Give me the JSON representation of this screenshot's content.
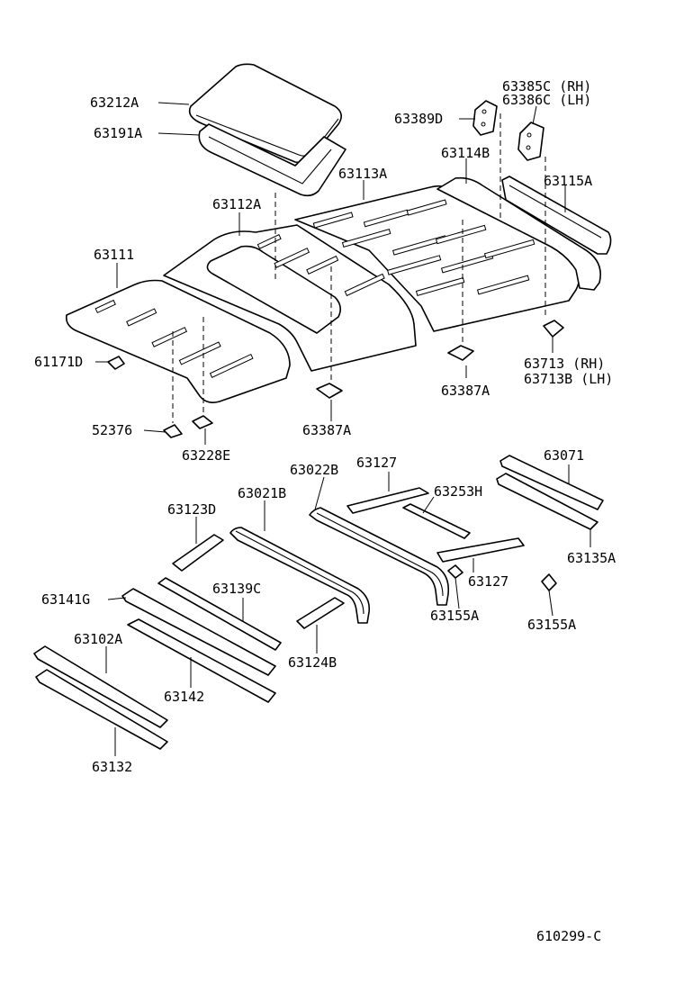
{
  "labels": {
    "p63212A": "63212A",
    "p63191A": "63191A",
    "p63385C": "63385C (RH)",
    "p63386C": "63386C (LH)",
    "p63389D": "63389D",
    "p63114B": "63114B",
    "p63113A": "63113A",
    "p63115A": "63115A",
    "p63112A": "63112A",
    "p63111": "63111",
    "p61171D": "61171D",
    "p63387A_r": "63387A",
    "p63713": "63713  (RH)",
    "p63713B": "63713B (LH)",
    "p52376": "52376",
    "p63228E": "63228E",
    "p63387A_l": "63387A",
    "p63022B": "63022B",
    "p63127_t": "63127",
    "p63071": "63071",
    "p63021B": "63021B",
    "p63253H": "63253H",
    "p63123D": "63123D",
    "p63135A": "63135A",
    "p63139C": "63139C",
    "p63127_b": "63127",
    "p63141G": "63141G",
    "p63155A_l": "63155A",
    "p63155A_r": "63155A",
    "p63102A": "63102A",
    "p63124B": "63124B",
    "p63142": "63142",
    "p63132": "63132"
  },
  "diagram_id": "610299-C"
}
